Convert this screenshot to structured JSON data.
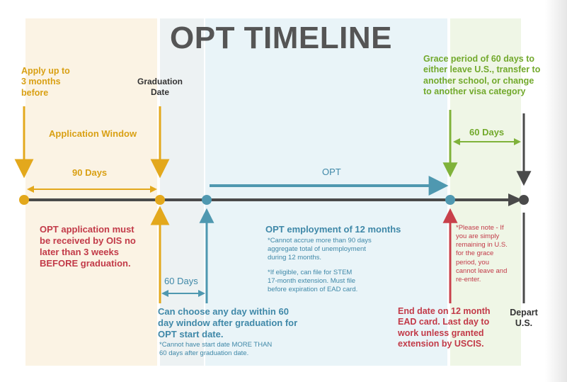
{
  "title": "OPT TIMELINE",
  "colors": {
    "gold": "#e3a81c",
    "dark": "#4a4a4a",
    "blue": "#4f98b0",
    "green": "#7fb23a",
    "red": "#c8404b",
    "text_gold": "#d9a014",
    "text_blue": "#3f88a8",
    "text_green": "#72a92c",
    "text_red": "#c23a48"
  },
  "labels": {
    "apply": "Apply up to\n3 months\nbefore",
    "graduation": "Graduation\nDate",
    "application_window": "Application Window",
    "ninety_days": "90 Days",
    "opt": "OPT",
    "grace": "Grace period of 60 days to\neither leave U.S., transfer to\nanother school, or change\nto another visa category",
    "sixty_days_grace": "60 Days",
    "oise_note": "OPT application must\nbe received by OIS no\nlater than 3 weeks\nBEFORE graduation.",
    "employment_title": "OPT employment of 12 months",
    "employment_note1": "*Cannot accrue more than 90 days\naggregate total of unemployment\nduring 12 months.",
    "employment_note2": "*If eligible, can file for STEM\n17-month extension.  Must file\nbefore expiration of EAD card.",
    "sixty_days_start": "60 Days",
    "start_choice": "Can choose any day within 60\nday window after graduation for\nOPT start date.",
    "start_note": "*Cannot have start date MORE THAN\n60 days after graduation date.",
    "end_date": "End date on 12 month\nEAD card.  Last day to\nwork unless granted\nextension by USCIS.",
    "please_note": "*Please note - If\nyou are simply\nremaining in U.S.\nfor the grace\nperiod, you\ncannot leave and\nre-enter.",
    "depart": "Depart\nU.S."
  }
}
